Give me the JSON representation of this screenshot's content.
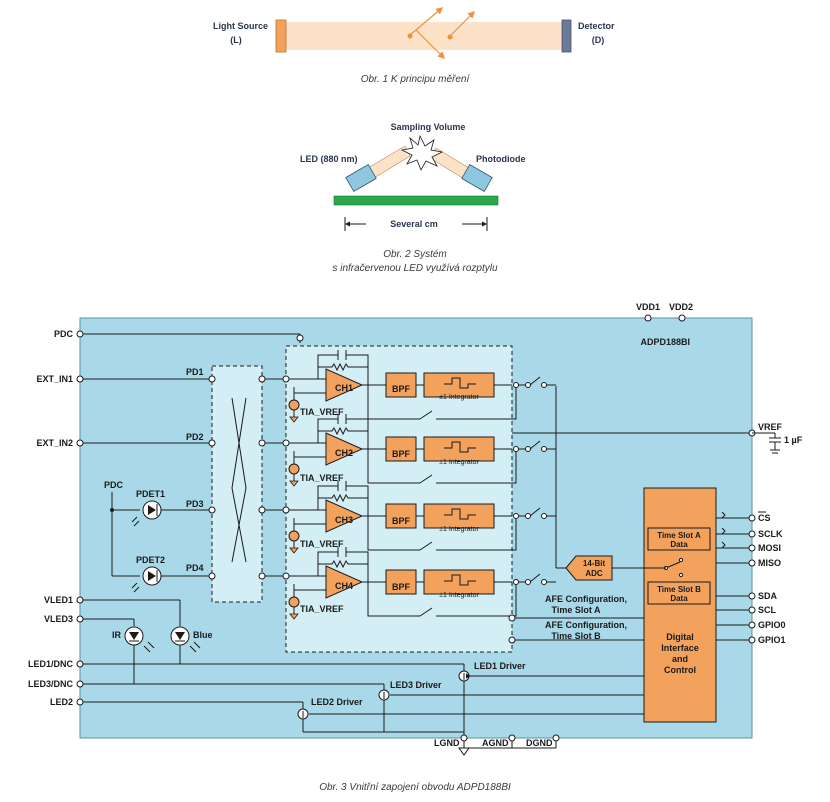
{
  "fig1": {
    "light_source": "Light Source",
    "light_source_abbr": "(L)",
    "detector": "Detector",
    "detector_abbr": "(D)",
    "caption": "Obr. 1  K principu měření"
  },
  "fig2": {
    "sampling_volume": "Sampling Volume",
    "led": "LED (880 nm)",
    "photodiode": "Photodiode",
    "distance": "Several cm",
    "caption_line1": "Obr. 2  Systém",
    "caption_line2": "s infračervenou LED využívá rozptylu"
  },
  "fig3": {
    "chip_name": "ADPD188BI",
    "vdd1": "VDD1",
    "vdd2": "VDD2",
    "left_pins": [
      "PDC",
      "EXT_IN1",
      "EXT_IN2",
      "VLED1",
      "VLED3",
      "LED1/DNC",
      "LED3/DNC",
      "LED2"
    ],
    "right_pins": [
      "VREF",
      "CS",
      "SCLK",
      "MOSI",
      "MISO",
      "SDA",
      "SCL",
      "GPIO0",
      "GPIO1"
    ],
    "cap_value": "1 µF",
    "pd_labels": [
      "PD1",
      "PD2",
      "PD3",
      "PD4"
    ],
    "ch_labels": [
      "CH1",
      "CH2",
      "CH3",
      "CH4"
    ],
    "tia_vref": "TIA_VREF",
    "bpf": "BPF",
    "integrator": "±1 Integrator",
    "adc_line1": "14-Bit",
    "adc_line2": "ADC",
    "pdc_inner": "PDC",
    "pdet1": "PDET1",
    "pdet2": "PDET2",
    "ir": "IR",
    "blue": "Blue",
    "afe_a_line1": "AFE Configuration,",
    "afe_a_line2": "Time Slot A",
    "afe_b_line1": "AFE Configuration,",
    "afe_b_line2": "Time Slot B",
    "slot_a_line1": "Time Slot A",
    "slot_a_line2": "Data",
    "slot_b_line1": "Time Slot B",
    "slot_b_line2": "Data",
    "digital_line1": "Digital",
    "digital_line2": "Interface",
    "digital_line3": "and",
    "digital_line4": "Control",
    "led1_driver": "LED1 Driver",
    "led2_driver": "LED2 Driver",
    "led3_driver": "LED3 Driver",
    "lgnd": "LGND",
    "agnd": "AGND",
    "dgnd": "DGND",
    "caption": "Obr. 3  Vnitřní zapojení obvodu ADPD188BI"
  },
  "colors": {
    "chip_bg": "#a9d9e8",
    "orange": "#f2a25c",
    "green": "#2aa84a",
    "led_blue": "#8fc6e0",
    "beam": "#fce3c8"
  }
}
